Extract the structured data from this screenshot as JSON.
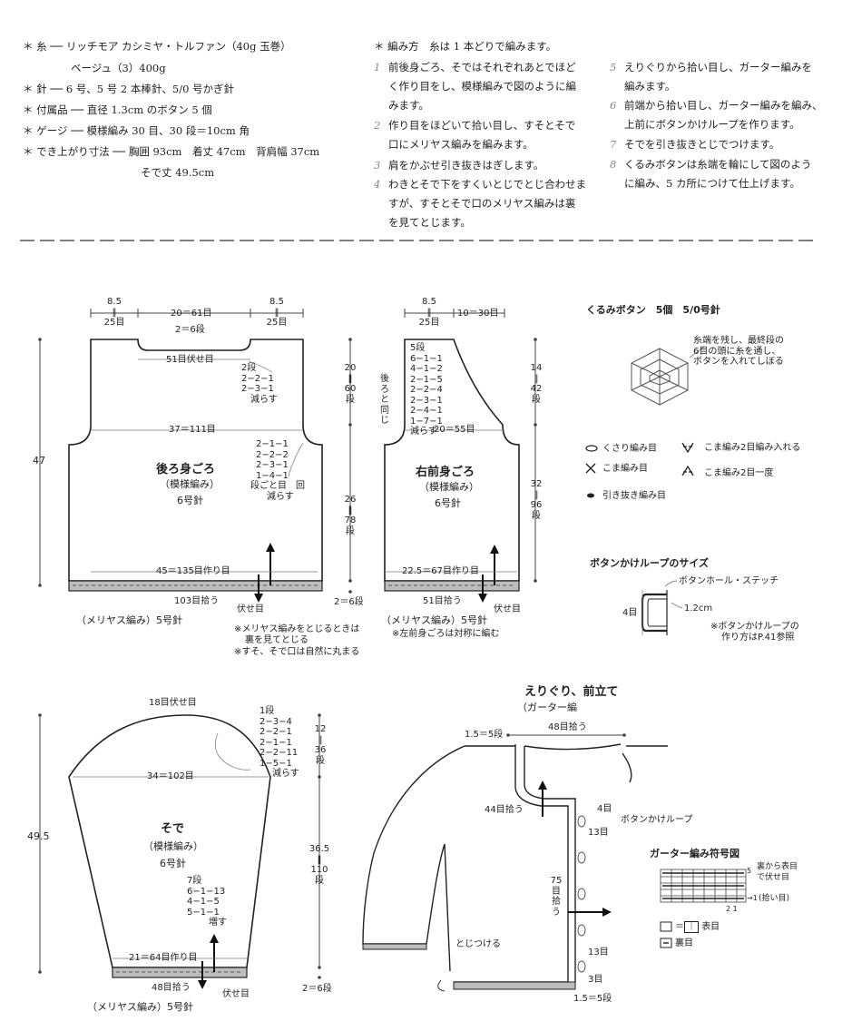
{
  "materials": [
    {
      "label": "糸 ── リッチモア カシミヤ・トルファン（40g 玉巻）"
    },
    {
      "label": "ベージュ（3）400g"
    },
    {
      "label": "針 ── 6 号、5 号 2 本棒針、5/0 号かぎ針"
    },
    {
      "label": "付属品 ── 直径 1.3cm のボタン 5 個"
    },
    {
      "label": "ゲージ ── 模様編み 30 目、30 段＝10cm 角"
    },
    {
      "label": "でき上がり寸法 ── 胸囲 93cm　着丈 47cm　背肩幅 37cm"
    },
    {
      "label": "そで丈 49.5cm"
    }
  ],
  "method": {
    "heading": "編み方　糸は 1 本どりで編みます。",
    "steps": [
      {
        "n": "1",
        "lines": [
          "前後身ごろ、そではそれぞれあとでほど",
          "く作り目をし、模様編みで図のように編",
          "みます。"
        ]
      },
      {
        "n": "2",
        "lines": [
          "作り目をほどいて拾い目し、すそとそで",
          "口にメリヤス編みを編みます。"
        ]
      },
      {
        "n": "3",
        "lines": [
          "肩をかぶせ引き抜きはぎします。"
        ]
      },
      {
        "n": "4",
        "lines": [
          "わきとそで下をすくいとじでとじ合わせま",
          "すが、すそとそで口のメリヤス編みは裏",
          "を見てとじます。"
        ]
      },
      {
        "n": "5",
        "lines": [
          "えりぐりから拾い目し、ガーター編みを",
          "編みます。"
        ]
      },
      {
        "n": "6",
        "lines": [
          "前端から拾い目し、ガーター編みを編み、",
          "上前にボタンかけループを作ります。"
        ]
      },
      {
        "n": "7",
        "lines": [
          "そでを引き抜きとじでつけます。"
        ]
      },
      {
        "n": "8",
        "lines": [
          "くるみボタンは糸端を輪にして図のよう",
          "に編み、5 カ所につけて仕上げます。"
        ]
      }
    ]
  },
  "back": {
    "shoulder_l": [
      "8.5",
      "‖",
      "25目"
    ],
    "neck_width": "20＝61目",
    "shoulder_r": [
      "8.5",
      "‖",
      "25目"
    ],
    "neck_rows": "2＝6段",
    "neck_bind": "51目伏せ目",
    "neck_dec": [
      "2段",
      "2−2−1",
      "2−3−1",
      "減らす"
    ],
    "armhole_height": [
      "20",
      "‖",
      "60",
      "段"
    ],
    "chest": "37＝111目",
    "height": "47",
    "title": "後ろ身ごろ",
    "pattern": "（模様編み）",
    "needle": "6号針",
    "arm_dec": [
      "2−1−1",
      "2−2−2",
      "2−3−1",
      "1−4−1",
      "段ごと目　回",
      "減らす"
    ],
    "body_height": [
      "26",
      "‖",
      "78",
      "段"
    ],
    "cast_on": "45＝135目作り目",
    "pick_up": "103目拾う",
    "bind_off": "伏せ目",
    "hem_rows": "2＝6段",
    "hem_label": "（メリヤス編み）5号針"
  },
  "front": {
    "shoulder": [
      "8.5",
      "‖",
      "25目"
    ],
    "neck_width": "10＝30目",
    "neck_dec": [
      "5段",
      "6−1−1",
      "4−1−2",
      "2−1−5",
      "2−2−4",
      "2−3−1",
      "2−4−1",
      "1−7−1",
      "減らす"
    ],
    "same_as_back": [
      "後",
      "ろ",
      "と",
      "同",
      "じ"
    ],
    "chest": "20＝55目",
    "neck_height": [
      "14",
      "‖",
      "42",
      "段"
    ],
    "title": "右前身ごろ",
    "pattern": "（模様編み）",
    "needle": "6号針",
    "body_height": [
      "32",
      "‖",
      "96",
      "段"
    ],
    "cast_on": "22.5＝67目作り目",
    "pick_up": "51目拾う",
    "bind_off": "伏せ目",
    "hem_label": "（メリヤス編み）5号針",
    "note_left_front": "※左前身ごろは対称に編む"
  },
  "notes": [
    "※メリヤス編みをとじるときは",
    "裏を見てとじる",
    "※すそ、そで口は自然に丸まる"
  ],
  "button": {
    "title": "くるみボタン　5個　5/0号針",
    "note": [
      "糸端を残し、最終段の",
      "6目の頭に糸を通し、",
      "ボタンを入れてしぼる"
    ]
  },
  "legend": {
    "chain": "くさり編み目",
    "sc": "こま編み目",
    "slip": "引き抜き編み目",
    "inc": "こま編み2目編み入れる",
    "dec": "こま編み2目一度"
  },
  "loop": {
    "title": "ボタンかけループのサイズ",
    "stitch": "ボタンホール・ステッチ",
    "rows": "4目",
    "size": "1.2cm",
    "note": [
      "※ボタンかけループの",
      "作り方はP.41参照"
    ]
  },
  "sleeve": {
    "top_bind": "18目伏せ目",
    "cap_dec": [
      "1段",
      "2−3−4",
      "2−2−1",
      "2−1−1",
      "2−2−11",
      "1−5−1",
      "減らす"
    ],
    "cap_height": [
      "12",
      "‖",
      "36",
      "段"
    ],
    "width": "34＝102目",
    "length": "49.5",
    "title": "そで",
    "pattern": "（模様編み）",
    "needle": "6号針",
    "inc": [
      "7段",
      "6−1−13",
      "4−1−5",
      "5−1−1",
      "増す"
    ],
    "body_height": [
      "36.5",
      "‖",
      "110",
      "段"
    ],
    "cast_on": "21＝64目作り目",
    "pick_up": "48目拾う",
    "bind_off": "伏せ目",
    "hem_rows": "2＝6段",
    "hem_label": "（メリヤス編み）5号針"
  },
  "assembly": {
    "title": "えりぐり、前立て",
    "subtitle": "（ガーター編",
    "collar_rows": "1.5＝5段",
    "neck_pick": "48目拾う",
    "front_pick": "44目拾う",
    "stitches_4": "4目",
    "loop_label": "ボタンかけループ",
    "gap_13a": "13目",
    "band_pick": [
      "75",
      "目",
      "拾",
      "う"
    ],
    "gap_13b": "13目",
    "end_3": "3目",
    "band_rows": "1.5＝5段",
    "sew": "とじつける"
  },
  "garter": {
    "title": "ガーター編み符号図",
    "right_top": [
      "裏から表目",
      "で伏せ目"
    ],
    "right_bottom": "(拾い目)",
    "rows_labels": [
      "5",
      "→1"
    ],
    "cols_labels": "2  1",
    "key_knit": "表目",
    "key_purl": "裏目"
  }
}
